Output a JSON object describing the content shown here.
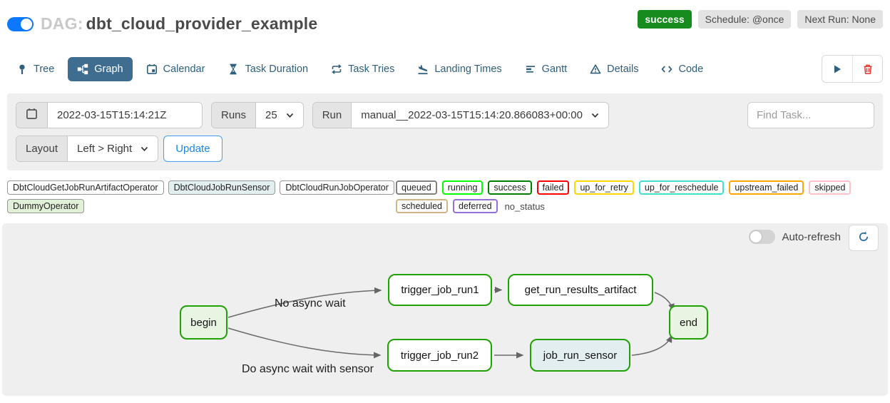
{
  "header": {
    "dag_prefix": "DAG:",
    "dag_name": "dbt_cloud_provider_example",
    "status_badge": "success",
    "status_color": "#178c1e",
    "schedule_badge": "Schedule: @once",
    "next_run_badge": "Next Run: None"
  },
  "tabs": [
    {
      "label": "Tree"
    },
    {
      "label": "Graph",
      "active": true
    },
    {
      "label": "Calendar"
    },
    {
      "label": "Task Duration"
    },
    {
      "label": "Task Tries"
    },
    {
      "label": "Landing Times"
    },
    {
      "label": "Gantt"
    },
    {
      "label": "Details"
    },
    {
      "label": "Code"
    }
  ],
  "filters": {
    "date_value": "2022-03-15T15:14:21Z",
    "runs_label": "Runs",
    "runs_value": "25",
    "run_label": "Run",
    "run_value": "manual__2022-03-15T15:14:20.866083+00:00",
    "find_task_placeholder": "Find Task...",
    "layout_label": "Layout",
    "layout_value": "Left > Right",
    "update_label": "Update"
  },
  "legend": {
    "operators": [
      {
        "label": "DbtCloudGetJobRunArtifactOperator",
        "color": "#ffffff"
      },
      {
        "label": "DbtCloudJobRunSensor",
        "color": "#e2eef0"
      },
      {
        "label": "DbtCloudRunJobOperator",
        "color": "#ffffff"
      },
      {
        "label": "DummyOperator",
        "color": "#e1f0d8"
      }
    ],
    "states": [
      {
        "label": "queued",
        "color": "#808080"
      },
      {
        "label": "running",
        "color": "#00ff00"
      },
      {
        "label": "success",
        "color": "#008000"
      },
      {
        "label": "failed",
        "color": "#ff0000"
      },
      {
        "label": "up_for_retry",
        "color": "#ffd700"
      },
      {
        "label": "up_for_reschedule",
        "color": "#40e0d0"
      },
      {
        "label": "upstream_failed",
        "color": "#ffa500"
      },
      {
        "label": "skipped",
        "color": "#ffc0cb"
      },
      {
        "label": "scheduled",
        "color": "#d2b48c"
      },
      {
        "label": "deferred",
        "color": "#9370db"
      },
      {
        "label": "no_status",
        "color": "none"
      }
    ]
  },
  "graph": {
    "auto_refresh_label": "Auto-refresh",
    "node_border_color": "#21a106",
    "nodes": [
      {
        "label": "begin"
      },
      {
        "label": "trigger_job_run1"
      },
      {
        "label": "get_run_results_artifact"
      },
      {
        "label": "trigger_job_run2"
      },
      {
        "label": "job_run_sensor"
      },
      {
        "label": "end"
      }
    ],
    "edge_labels": [
      {
        "text": "No async wait"
      },
      {
        "text": "Do async wait with sensor"
      }
    ]
  }
}
